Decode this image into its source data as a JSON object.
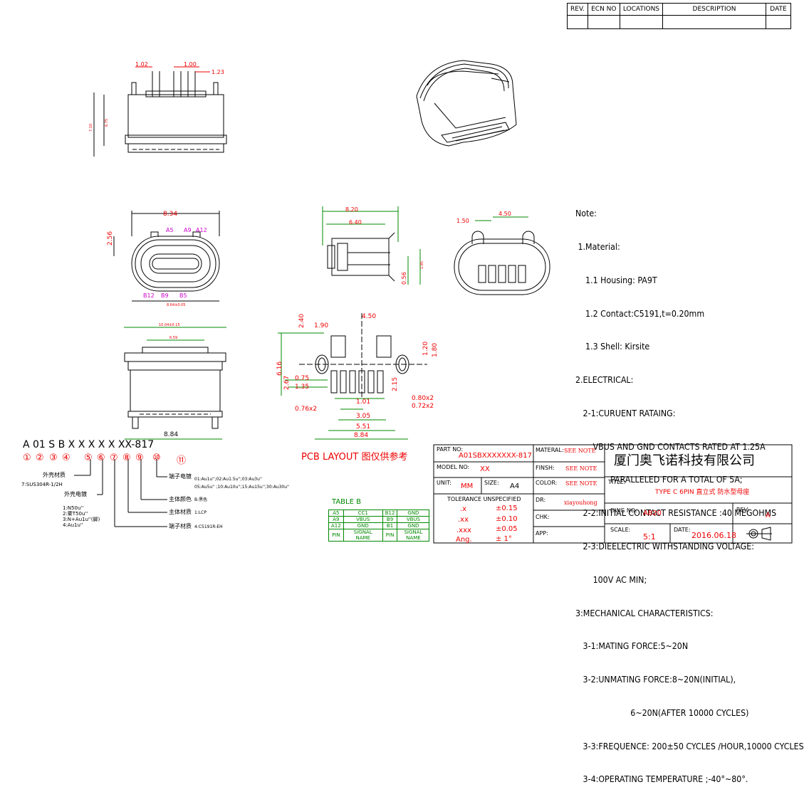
{
  "revision_table": {
    "headers": [
      "REV.",
      "ECN NO",
      "LOCATIONS",
      "DESCRIPTION",
      "DATE"
    ]
  },
  "top_view_dims": {
    "d1": "1.02",
    "d2": "1.00",
    "d3": "1.23",
    "h1": "7.10",
    "h2": "6.75"
  },
  "front_view": {
    "width": "8.34",
    "height": "2.56",
    "bottom": "8.64±0.05",
    "pins_top": [
      "A5",
      "A9",
      "A12"
    ],
    "pins_bottom": [
      "B12",
      "B9",
      "B5"
    ]
  },
  "side_view": {
    "overall": "8.20",
    "inner": "6.40",
    "h1": "0.56",
    "h2": "1.85"
  },
  "back_view": {
    "d1": "1.50",
    "d2": "4.50"
  },
  "bottom_view": {
    "overall": "10.04±0.15",
    "inner": "6.59",
    "width": "8.84"
  },
  "pcb": {
    "d240": "2.40",
    "d190": "1.90",
    "d450": "4.50",
    "d120": "1.20",
    "d180": "1.80",
    "d616": "6.16",
    "d075": "0.75",
    "d267": "2.67",
    "d135": "1.35",
    "d215": "2.15",
    "d080": "0.80x2",
    "d072": "0.72x2",
    "d076": "0.76x2",
    "d101": "1.01",
    "d305": "3.05",
    "d551": "5.51",
    "d884": "8.84",
    "label": "PCB LAYOUT 图仅供参考"
  },
  "notes": {
    "lines": [
      "Note:",
      " 1.Material:",
      "    1.1 Housing: PA9T",
      "    1.2 Contact:C5191,t=0.20mm",
      "    1.3 Shell: Kirsite",
      "2.ELECTRICAL:",
      "   2-1:CURUENT RATAING:",
      "       VBUS AND GND CONTACTS RATED AT 1.25A",
      "              PARALLELED FOR A TOTAL OF 5A;",
      "   2-2:INITIAL CONTACT RESISTANCE :40 MEGOHMS",
      "   2-3:DIEELECTRIC WITHSTANDING VOLTAGE:",
      "       100V AC MIN;",
      "3:MECHANICAL CHARACTERISTICS:",
      "   3-1:MATING FORCE:5~20N",
      "   3-2:UNMATING FORCE:8~20N(INITIAL),",
      "                      6~20N(AFTER 10000 CYCLES)",
      "   3-3:FREQUENCE: 200±50 CYCLES /HOUR,10000 CYCLES",
      "   3-4:OPERATING TEMPERATURE ;-40°~80°."
    ]
  },
  "part_code": {
    "code": "A 01 S B X X X X X XX-817",
    "circled": [
      "①",
      "②",
      "③",
      "④",
      "⑤",
      "⑥",
      "⑦",
      "⑧",
      "⑨",
      "⑩",
      "⑪"
    ],
    "legend_shell_material": "外壳材质",
    "shell_material_value": "7:SUS304R-1/2H",
    "legend_shell_plating": "外壳电镀",
    "shell_plating_values": "1:N50u''\n2:雾T50u''\n3:N+Au1u''(脚)\n4:Au1u''",
    "legend_terminal_plating": "端子电镀",
    "terminal_plating_values": "01:Au1u'';02:Au1.5u'';03:Au3u''\n05:Au5u'' ;10:Au10u'';15:Au15u'';30:Au30u''",
    "legend_body_color": "主体颜色",
    "body_color_value": "B:黑色",
    "legend_body_material": "主体材质",
    "body_material_value": "1:LCP",
    "legend_terminal_material": "端子材质",
    "terminal_material_value": "4:C5191R-EH"
  },
  "table_b": {
    "title": "TABLE B",
    "rows": [
      [
        "A5",
        "CC1",
        "B12",
        "GND"
      ],
      [
        "A9",
        "VBUS",
        "B9",
        "VBUS"
      ],
      [
        "A12",
        "GND",
        "B1",
        "GND"
      ],
      [
        "PIN",
        "SIGNAL NAME",
        "PIN",
        "SIGNAL NAME"
      ]
    ]
  },
  "title_block": {
    "part_no_label": "PART NO:",
    "part_no": "A01SBXXXXXXX-817",
    "material_label": "MATERAL:",
    "material": "SEE NOTE",
    "model_label": "MODEL NO:",
    "model": "XX",
    "finish_label": "FINSH:",
    "finish": "SEE NOTE",
    "unit_label": "UNIT:",
    "unit": "MM",
    "size_label": "SIZE:",
    "size": "A4",
    "color_label": "COLOR:",
    "color": "SEE NOTE",
    "tolerance_label": "TOLERANCE UNSPECIFIED",
    "tol_rows": [
      [
        ".x",
        "±0.15"
      ],
      [
        ".xx",
        "±0.10"
      ],
      [
        ".xxx",
        "±0.05"
      ],
      [
        "Ang.",
        "± 1°"
      ]
    ],
    "dr_label": "DR:",
    "dr": "xiayouhong",
    "chk_label": "CHK:",
    "app_label": "APP:",
    "company": "厦门奥飞诺科技有限公司",
    "title_label": "TITLE:",
    "title": "TYPE C 6PIN 直立式 防水型母座",
    "dwg_label": "DWG NO:",
    "dwg": "A820",
    "rev_label": "REV:",
    "rev": "A",
    "scale_label": "SCALE:",
    "scale": "5:1",
    "date_label": "DATE:",
    "date": "2016.06.18"
  }
}
